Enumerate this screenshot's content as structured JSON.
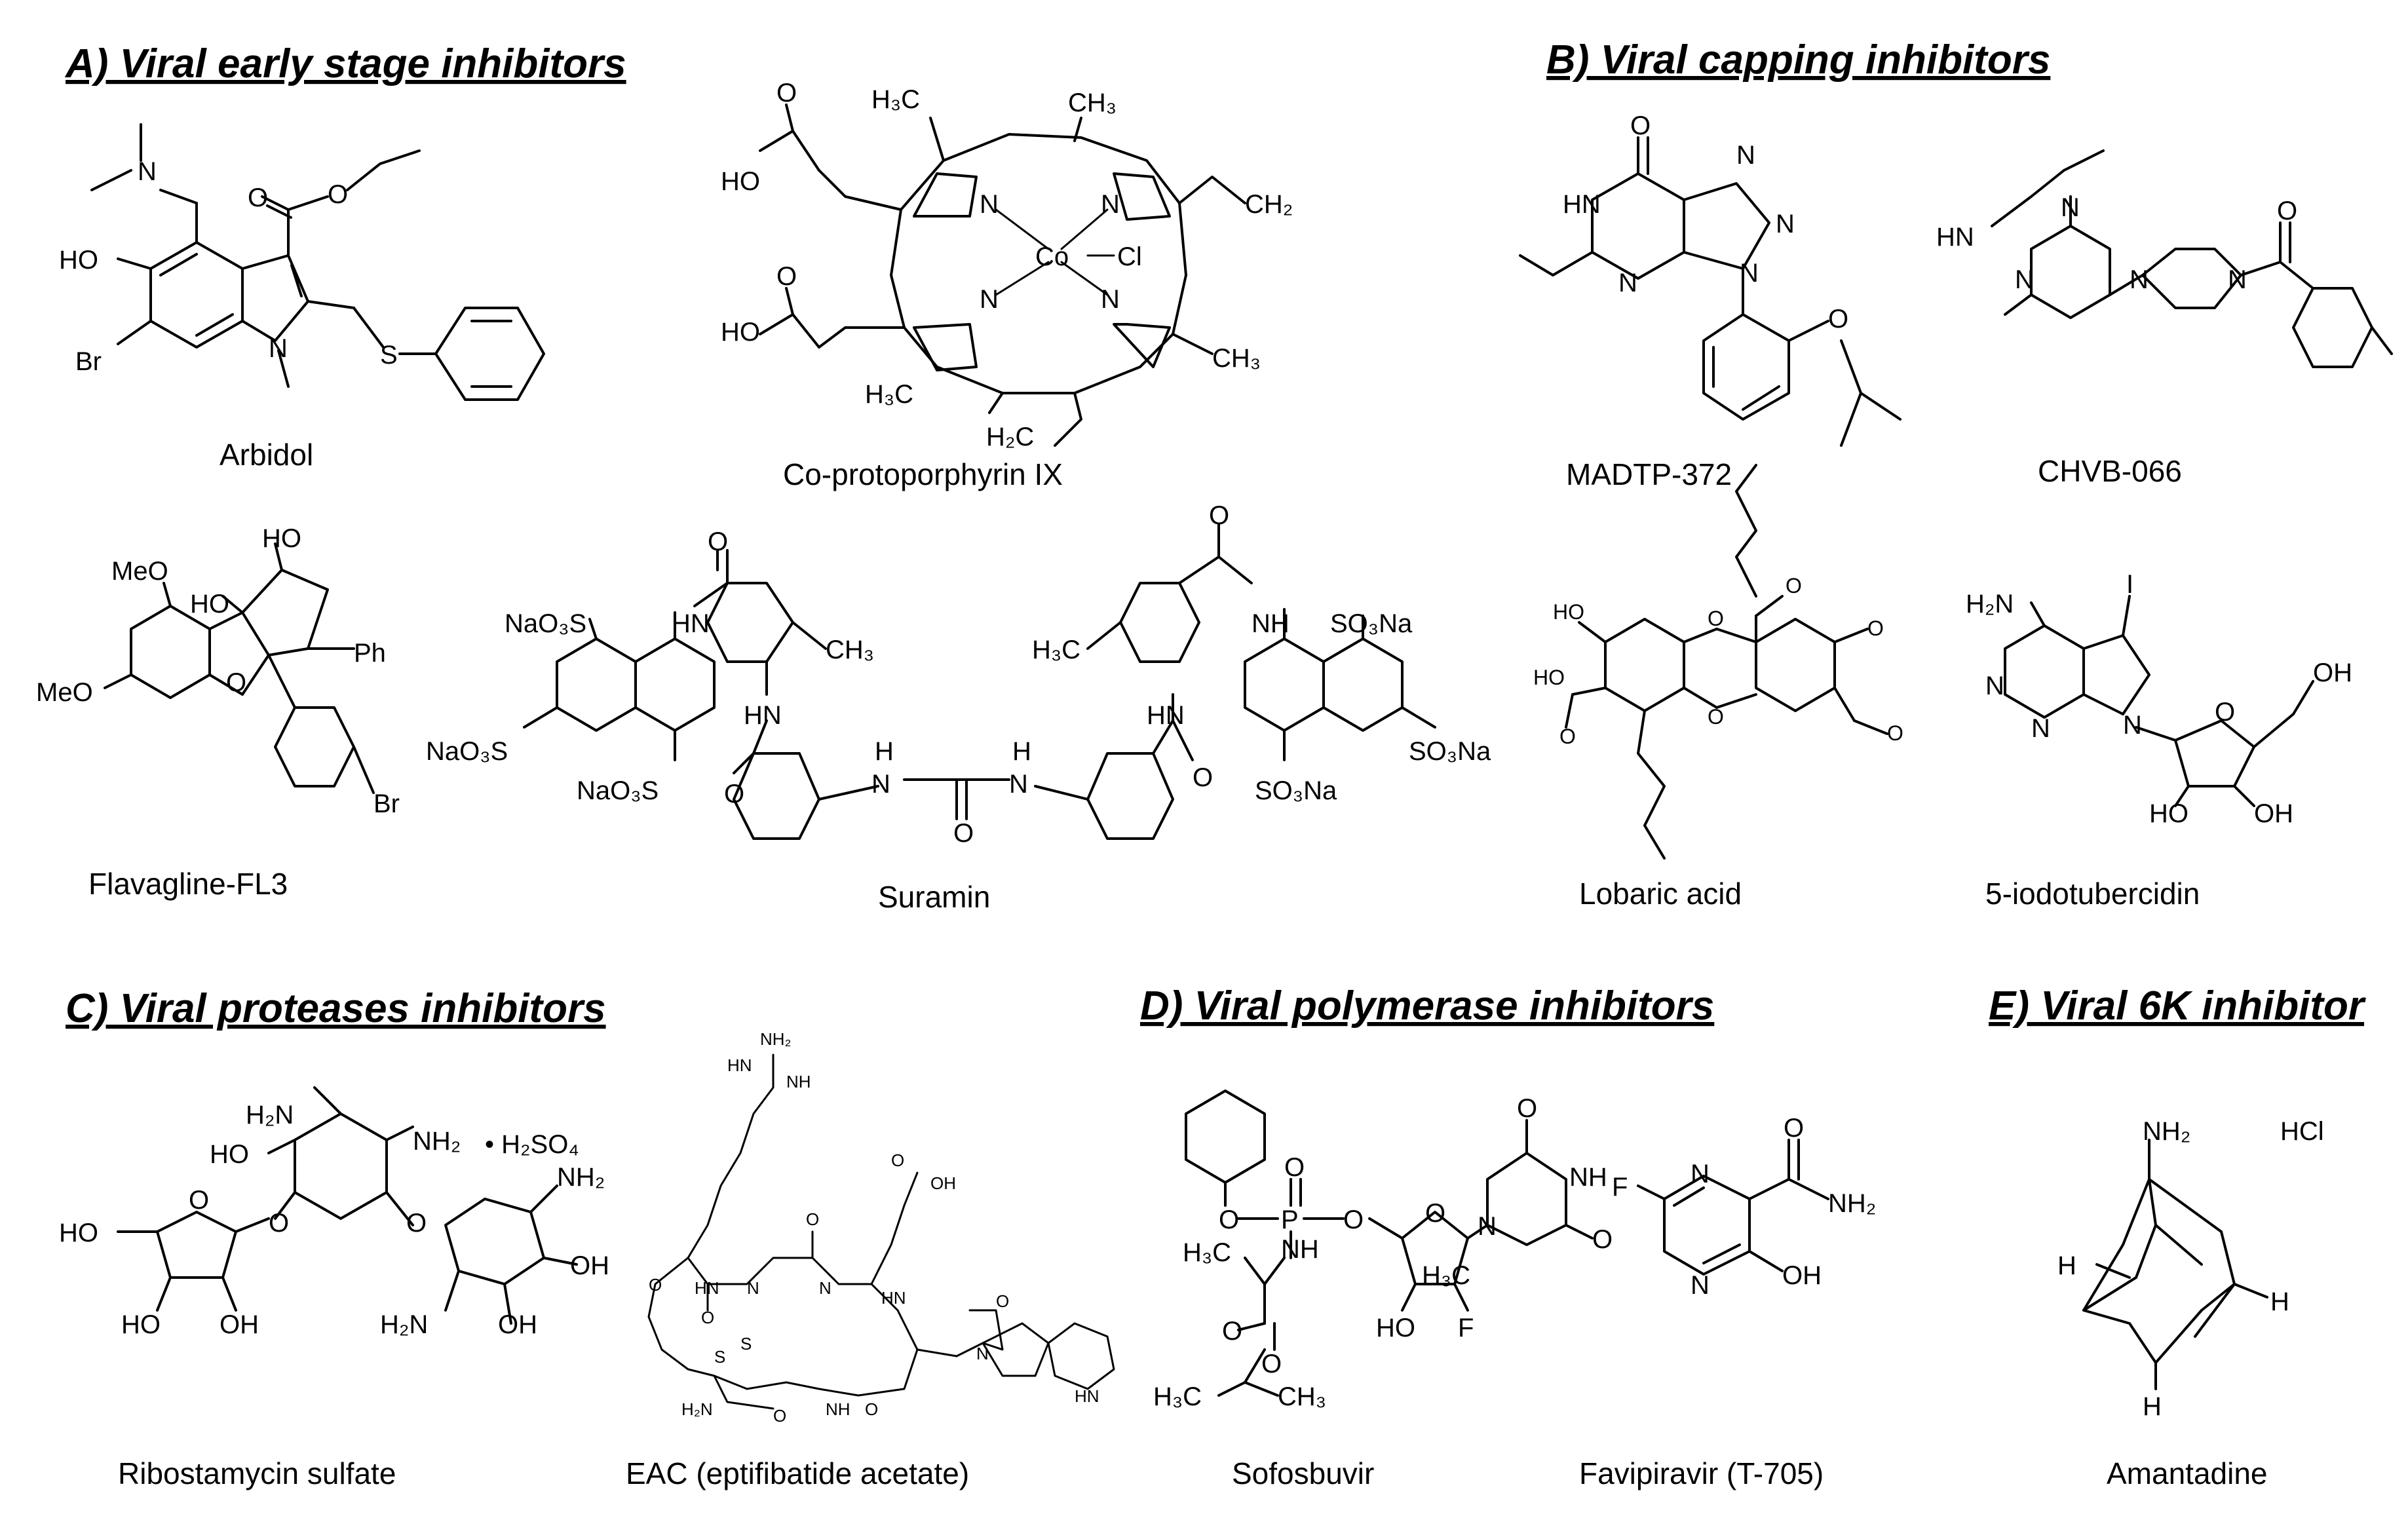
{
  "sections": {
    "a_title": "A) Viral early stage inhibitors",
    "b_title": "B) Viral capping inhibitors",
    "c_title": "C) Viral proteases inhibitors",
    "d_title": "D) Viral polymerase inhibitors",
    "e_title": "E) Viral 6K inhibitor"
  },
  "compounds": {
    "arbidol": "Arbidol",
    "coproto": "Co-protoporphyrin IX",
    "madtp": "MADTP-372",
    "chvb": "CHVB-066",
    "flavagline": "Flavagline-FL3",
    "suramin": "Suramin",
    "lobaric": "Lobaric acid",
    "iodotub": "5-iodotubercidin",
    "ribostamycin": "Ribostamycin sulfate",
    "eac": "EAC (eptifibatide acetate)",
    "sofosbuvir": "Sofosbuvir",
    "favipiravir": "Favipiravir (T-705)",
    "amantadine": "Amantadine"
  },
  "atoms": {
    "N": "N",
    "O": "O",
    "S": "S",
    "HO": "HO",
    "OH": "OH",
    "Br": "Br",
    "F": "F",
    "P": "P",
    "I": "I",
    "HN": "HN",
    "NH": "NH",
    "NH2": "NH₂",
    "H2N": "H₂N",
    "H3C": "H₃C",
    "CH3": "CH₃",
    "CH2": "CH₂",
    "H2C": "H₂C",
    "Co": "Co",
    "Cl": "Cl",
    "MeO": "MeO",
    "Ph": "Ph",
    "NaO3S": "NaO₃S",
    "SO3Na": "SO₃Na",
    "H2SO4": "• H₂SO₄",
    "HCl": "HCl",
    "H": "H"
  }
}
